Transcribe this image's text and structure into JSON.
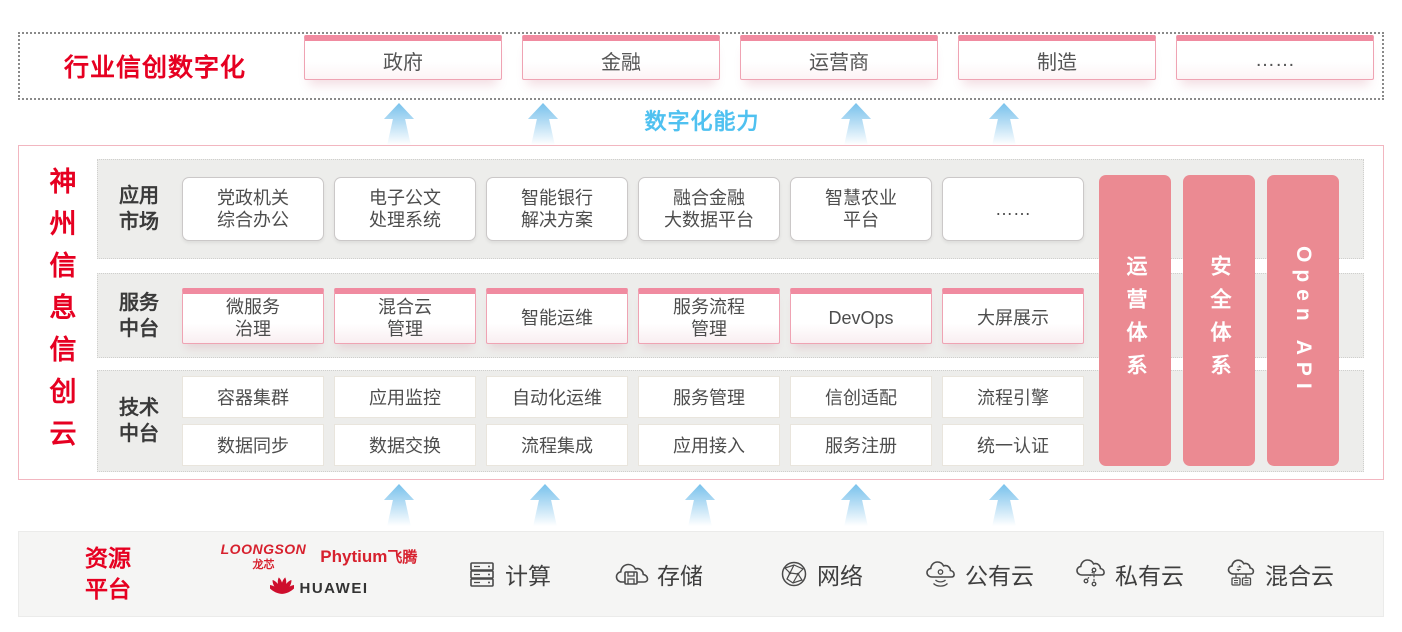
{
  "colors": {
    "accent_red": "#E60021",
    "pillar_pink": "#EB8A92",
    "capability_blue": "#4FC1F0",
    "card_top_pink": "#F08BA0",
    "panel_gray": "#EDEDEB",
    "logo_red": "#D7212E"
  },
  "top_banner": {
    "title": "行业信创数字化",
    "items": [
      "政府",
      "金融",
      "运营商",
      "制造",
      "……"
    ]
  },
  "capability_label": "数字化能力",
  "platform": {
    "side_title": "神州信息信创云",
    "rows": [
      {
        "label": "应用\n市场",
        "items": [
          "党政机关\n综合办公",
          "电子公文\n处理系统",
          "智能银行\n解决方案",
          "融合金融\n大数据平台",
          "智慧农业\n平台",
          "……"
        ]
      },
      {
        "label": "服务\n中台",
        "items": [
          "微服务\n治理",
          "混合云\n管理",
          "智能运维",
          "服务流程\n管理",
          "DevOps",
          "大屏展示"
        ]
      },
      {
        "label": "技术\n中台",
        "items_top": [
          "容器集群",
          "应用监控",
          "自动化运维",
          "服务管理",
          "信创适配",
          "流程引擎"
        ],
        "items_bottom": [
          "数据同步",
          "数据交换",
          "流程集成",
          "应用接入",
          "服务注册",
          "统一认证"
        ]
      }
    ],
    "pillars": [
      {
        "label": "运营体系"
      },
      {
        "label": "安全体系"
      },
      {
        "label": "Open API"
      }
    ]
  },
  "resources": {
    "title": "资源\n平台",
    "vendors": {
      "loongson": "LOONGSON",
      "loongson_cn": "龙芯",
      "phytium": "Phytium",
      "phytium_cn": "飞腾",
      "huawei": "HUAWEI"
    },
    "items": [
      {
        "icon": "server-icon",
        "label": "计算"
      },
      {
        "icon": "cloud-storage-icon",
        "label": "存储"
      },
      {
        "icon": "network-globe-icon",
        "label": "网络"
      },
      {
        "icon": "public-cloud-icon",
        "label": "公有云"
      },
      {
        "icon": "private-cloud-icon",
        "label": "私有云"
      },
      {
        "icon": "hybrid-cloud-icon",
        "label": "混合云"
      }
    ]
  }
}
